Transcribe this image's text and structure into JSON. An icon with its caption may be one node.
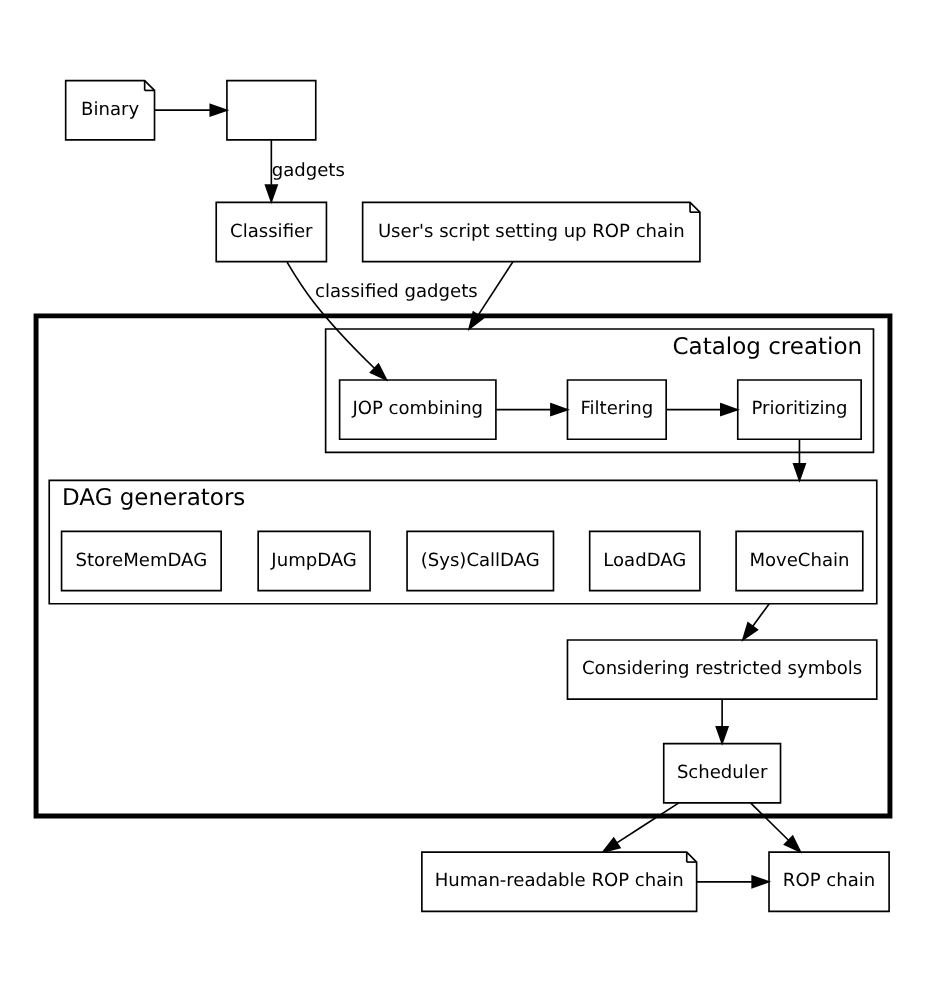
{
  "diagram": {
    "nodes": [
      {
        "text": [],
        "shape": "box"
      },
      {
        "text": [
          "Binary"
        ]
      },
      {
        "text": [
          "Classifier"
        ]
      },
      {
        "text": [
          "User's script setting up ROP chain"
        ]
      },
      {
        "text": [],
        "shape": "box"
      },
      {
        "text": [
          "Catalog creation"
        ],
        "in": 4
      },
      {
        "text": [
          "JOP combining"
        ],
        "in": 5
      },
      {
        "text": [
          "Filtering"
        ],
        "in": 5
      },
      {
        "text": [
          "Prioritizing"
        ],
        "in": 5
      },
      {
        "text": [
          "DAG generators"
        ],
        "in": 4
      },
      {
        "text": [
          "MoveChain"
        ],
        "in": 9
      },
      {
        "text": [
          "LoadDAG"
        ],
        "in": 9
      },
      {
        "text": [
          "(Sys)CallDAG"
        ],
        "in": 9
      },
      {
        "text": [
          "JumpDAG"
        ],
        "in": 9
      },
      {
        "text": [
          "StoreMemDAG"
        ],
        "in": 9
      },
      {
        "text": [
          "Considering restricted symbols"
        ],
        "in": 4
      },
      {
        "text": [
          "Scheduler"
        ],
        "in": 4
      },
      {
        "text": [
          "ROP chain"
        ]
      },
      {
        "text": [
          "Human-readable ROP chain"
        ]
      }
    ],
    "edges": [
      {
        "from": 1,
        "to": 0,
        "arrow": "to"
      },
      {
        "from": 0,
        "to": 2,
        "arrow": "to",
        "label": "gadgets"
      },
      {
        "from": 2,
        "to": 6,
        "arrow": "to",
        "label": "classified gadgets"
      },
      {
        "from": 3,
        "to": 5,
        "arrow": "to"
      },
      {
        "from": 6,
        "to": 7,
        "arrow": "to"
      },
      {
        "from": 7,
        "to": 8,
        "arrow": "to"
      },
      {
        "from": 8,
        "to": 9,
        "arrow": "to"
      },
      {
        "from": 9,
        "to": 15,
        "arrow": "to"
      },
      {
        "from": 15,
        "to": 16,
        "arrow": "to"
      },
      {
        "from": 16,
        "to": 17,
        "arrow": "to"
      },
      {
        "from": 16,
        "to": 18,
        "arrow": "to"
      },
      {
        "from": 18,
        "to": 17,
        "arrow": "to"
      }
    ]
  }
}
